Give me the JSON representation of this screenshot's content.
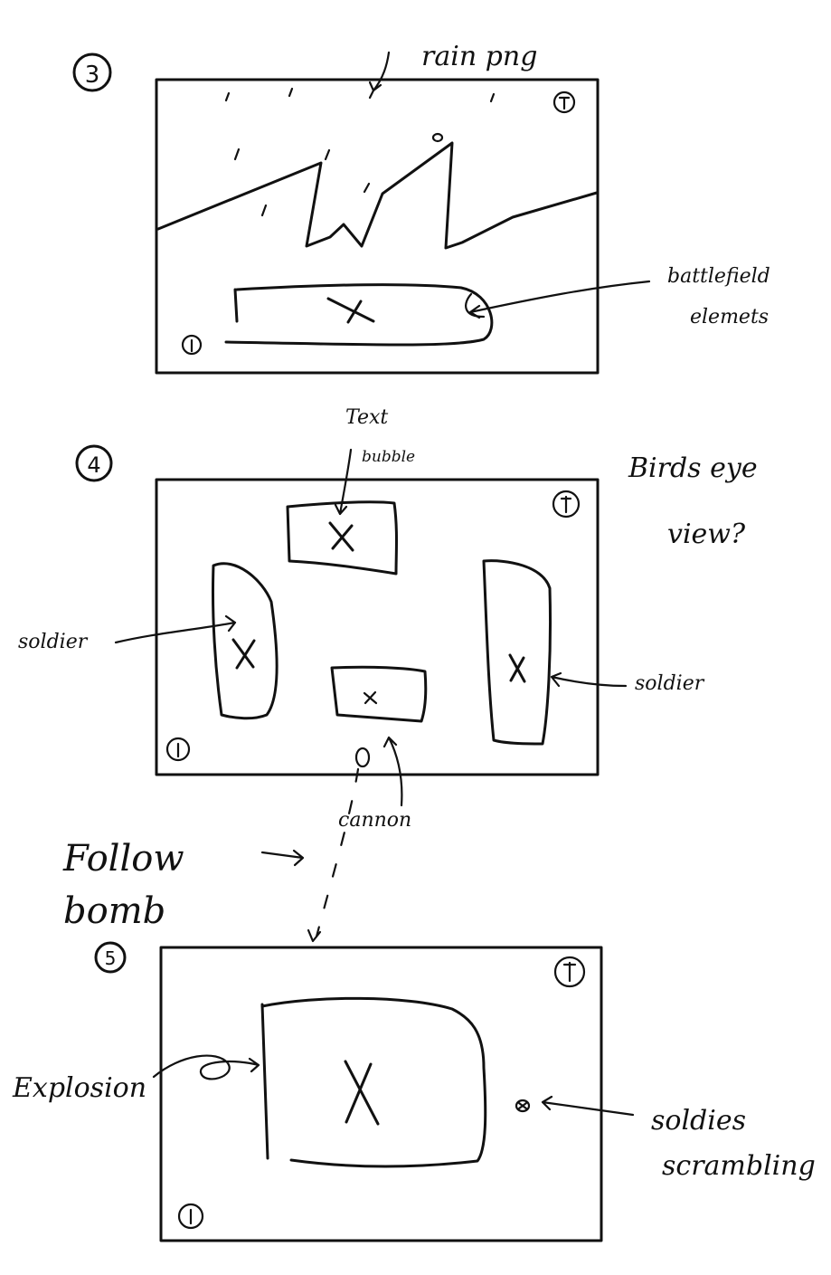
{
  "panels": [
    {
      "number": "3",
      "labels": {
        "top_annotation": "rain png",
        "right_annotation_line1": "battlefield",
        "right_annotation_line2": "elemets"
      }
    },
    {
      "number": "4",
      "labels": {
        "top_annotation_line1": "Text",
        "top_annotation_line2": "bubble",
        "left_annotation": "soldier",
        "right_annotation": "soldier",
        "bottom_annotation": "cannon",
        "side_note_line1": "Birds eye",
        "side_note_line2": "view?"
      }
    },
    {
      "number": "5",
      "labels": {
        "left_annotation": "Explosion",
        "right_annotation_line1": "soldies",
        "right_annotation_line2": "scrambling"
      }
    }
  ],
  "transition_note": {
    "line1": "Follow",
    "line2": "bomb"
  },
  "placeholder_mark": "X"
}
